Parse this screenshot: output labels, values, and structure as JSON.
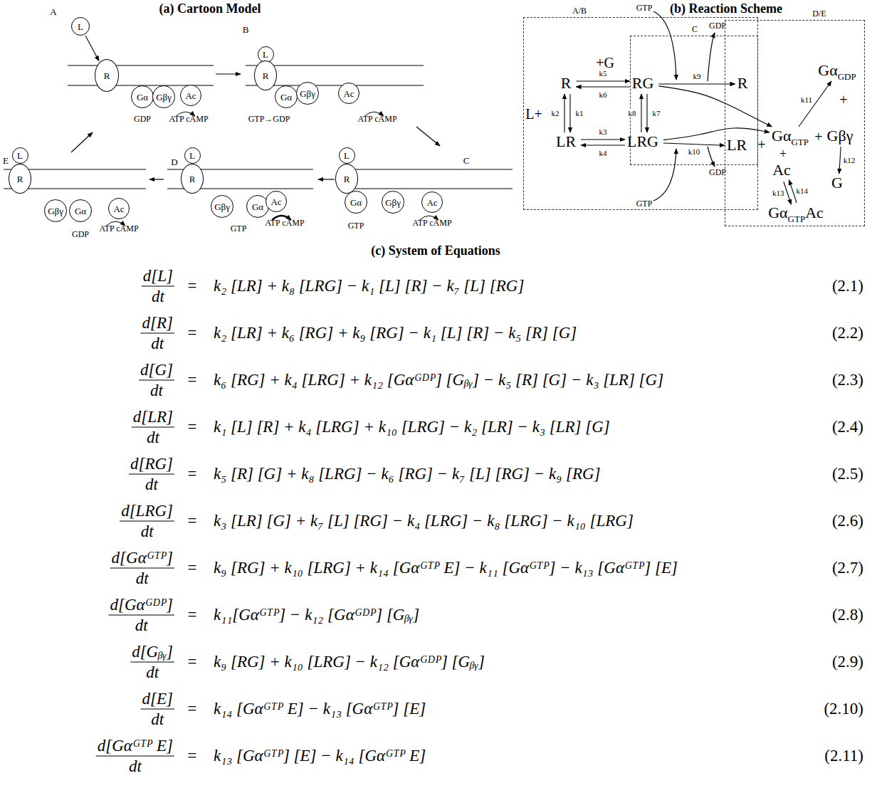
{
  "diagram": {
    "nodes": [
      {
        "text": [
          "L"
        ]
      },
      {
        "text": [
          "R"
        ]
      },
      {
        "text": [
          "Gα"
        ]
      },
      {
        "text": [
          "Gβγ"
        ]
      },
      {
        "text": [
          "Ac"
        ]
      },
      {
        "text": [
          "L"
        ]
      },
      {
        "text": [
          "R"
        ]
      },
      {
        "text": [
          "Gα"
        ]
      },
      {
        "text": [
          "Gβγ"
        ]
      },
      {
        "text": [
          "Ac"
        ]
      },
      {
        "text": [
          "L"
        ]
      },
      {
        "text": [
          "R"
        ]
      },
      {
        "text": [
          "Gα"
        ]
      },
      {
        "text": [
          "Gβγ"
        ]
      },
      {
        "text": [
          "Ac"
        ]
      },
      {
        "text": [
          "L"
        ]
      },
      {
        "text": [
          "R"
        ]
      },
      {
        "text": [
          "Gβγ"
        ]
      },
      {
        "text": [
          "Gα"
        ]
      },
      {
        "text": [
          "Ac"
        ]
      },
      {
        "text": [
          "L"
        ]
      },
      {
        "text": [
          "R"
        ]
      },
      {
        "text": [
          "Gβγ"
        ]
      },
      {
        "text": [
          "Gα"
        ]
      },
      {
        "text": [
          "Ac"
        ]
      },
      {
        "text": [
          "A/B"
        ]
      },
      {
        "text": [
          "R"
        ],
        "in": 25
      },
      {
        "text": [
          "LR"
        ],
        "in": 25
      },
      {
        "text": [
          "C"
        ],
        "in": 25
      },
      {
        "text": [
          "RG"
        ],
        "in": 28
      },
      {
        "text": [
          "LRG"
        ],
        "in": 28
      },
      {
        "text": [
          "R"
        ],
        "in": 28
      },
      {
        "text": [
          "LR"
        ],
        "in": 28
      },
      {
        "text": [
          "D/E"
        ]
      },
      {
        "text": [
          "Gα",
          "GTP"
        ],
        "in": 33
      },
      {
        "text": [
          "Gβγ"
        ],
        "in": 33
      },
      {
        "text": [
          "Ac"
        ],
        "in": 33
      },
      {
        "text": [
          "Gα",
          "GDP"
        ],
        "in": 33
      },
      {
        "text": [
          "G"
        ],
        "in": 33
      },
      {
        "text": [
          "Gα",
          "GTP",
          "Ac"
        ],
        "in": 33
      }
    ],
    "edges": [
      {
        "from": 0,
        "to": 1,
        "arrow": "to"
      },
      {
        "from": 26,
        "to": 29,
        "arrow": "to",
        "label": "k5"
      },
      {
        "from": 29,
        "to": 26,
        "arrow": "to",
        "label": "k6"
      },
      {
        "from": 26,
        "to": 27,
        "arrow": "to",
        "label": "k1"
      },
      {
        "from": 27,
        "to": 26,
        "arrow": "to",
        "label": "k2"
      },
      {
        "from": 27,
        "to": 30,
        "arrow": "to",
        "label": "k3"
      },
      {
        "from": 30,
        "to": 27,
        "arrow": "to",
        "label": "k4"
      },
      {
        "from": 29,
        "to": 30,
        "arrow": "to",
        "label": "k7"
      },
      {
        "from": 30,
        "to": 29,
        "arrow": "to",
        "label": "k8"
      },
      {
        "from": 29,
        "to": 31,
        "arrow": "to",
        "label": "k9"
      },
      {
        "from": 29,
        "to": 34,
        "arrow": "to"
      },
      {
        "from": 30,
        "to": 32,
        "arrow": "to",
        "label": "k10"
      },
      {
        "from": 30,
        "to": 34,
        "arrow": "to"
      },
      {
        "from": 34,
        "to": 37,
        "arrow": "to",
        "label": "k11"
      },
      {
        "from": 35,
        "to": 38,
        "arrow": "to",
        "label": "k12"
      },
      {
        "from": 36,
        "to": 39,
        "arrow": "to",
        "label": "k13"
      },
      {
        "from": 39,
        "to": 36,
        "arrow": "to",
        "label": "k14"
      }
    ],
    "labels": [
      "(a) Cartoon Model",
      "(b) Reaction Scheme",
      "(c) System of Equations",
      "A",
      "GDP",
      "ATP cAMP",
      "B",
      "GTP→GDP",
      "ATP cAMP",
      "C",
      "GTP",
      "ATP cAMP",
      "D",
      "GTP",
      "ATP cAMP",
      "E",
      "GDP",
      "ATP cAMP",
      "+G",
      "L+",
      "GTP",
      "GDP",
      "GDP",
      "GTP",
      "+",
      "+",
      "+",
      "+",
      "d[L]",
      "dt",
      "=",
      "k₂ [LR] + k₈ [LRG] − k₁ [L] [R] − k₇ [L] [RG]",
      "(2.1)",
      "d[R]",
      "dt",
      "=",
      "k₂ [LR] + k₆ [RG] + k₉ [RG] − k₁ [L] [R] − k₅ [R] [G]",
      "(2.2)",
      "d[G]",
      "dt",
      "=",
      "k₆ [RG] + k₄ [LRG] + k₁₂ [Gαᴳᴰᴾ] [Gᵦᵧ] − k₅ [R] [G] − k₃ [LR] [G]",
      "(2.3)",
      "d[LR]",
      "dt",
      "=",
      "k₁ [L] [R] + k₄ [LRG] + k₁₀ [LRG] − k₂ [LR] − k₃ [LR] [G]",
      "(2.4)",
      "d[RG]",
      "dt",
      "=",
      "k₅ [R] [G] + k₈ [LRG] − k₆ [RG] − k₇ [L] [RG] − k₉ [RG]",
      "(2.5)",
      "d[LRG]",
      "dt",
      "=",
      "k₃ [LR] [G] + k₇ [L] [RG] − k₄ [LRG] − k₈ [LRG] − k₁₀ [LRG]",
      "(2.6)",
      "d[Gαᴳᵀᴾ]",
      "dt",
      "=",
      "k₉ [RG] + k₁₀ [LRG] + k₁₄ [Gαᴳᵀᴾ E] − k₁₁ [Gαᴳᵀᴾ] − k₁₃ [Gαᴳᵀᴾ] [E]",
      "(2.7)",
      "d[Gαᴳᴰᴾ]",
      "dt",
      "=",
      "k₁₁[Gαᴳᵀᴾ] − k₁₂ [Gαᴳᴰᴾ] [Gᵦᵧ]",
      "(2.8)",
      "d[Gᵦᵧ]",
      "dt",
      "=",
      "k₉ [RG] + k₁₀ [LRG] − k₁₂ [Gαᴳᴰᴾ] [Gᵦᵧ]",
      "(2.9)",
      "d[E]",
      "dt",
      "=",
      "k₁₄ [Gαᴳᵀᴾ E] − k₁₃ [Gαᴳᵀᴾ] [E]",
      "(2.10)",
      "d[Gαᴳᵀᴾ E]",
      "dt",
      "=",
      "k₁₃ [Gαᴳᵀᴾ] [E] − k₁₄ [Gαᴳᵀᴾ E]",
      "(2.11)"
    ]
  }
}
